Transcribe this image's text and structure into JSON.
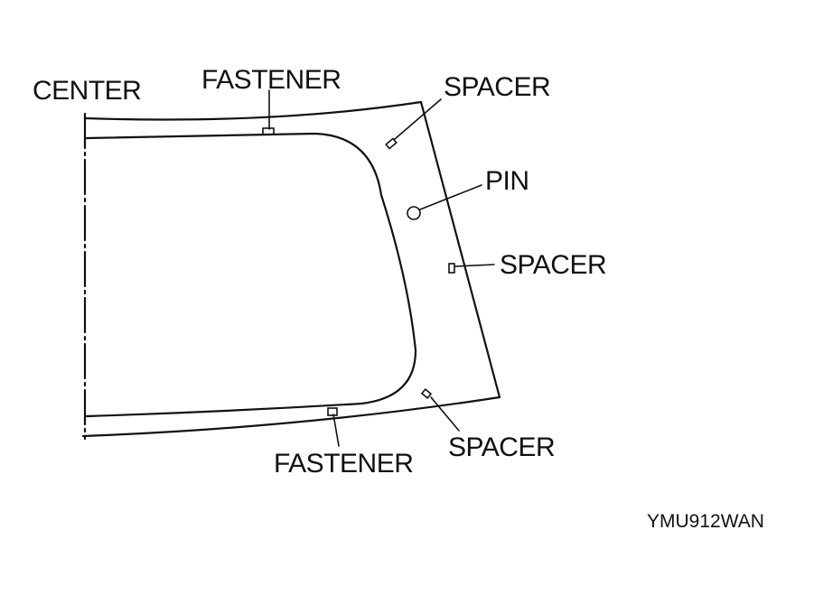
{
  "labels": {
    "center": "CENTER",
    "fastener_top": "FASTENER",
    "fastener_bottom": "FASTENER",
    "spacer_top": "SPACER",
    "pin": "PIN",
    "spacer_middle": "SPACER",
    "spacer_bottom": "SPACER"
  },
  "figure_code": "YMU912WAN",
  "colors": {
    "ink": "#111111",
    "background": "#ffffff"
  }
}
